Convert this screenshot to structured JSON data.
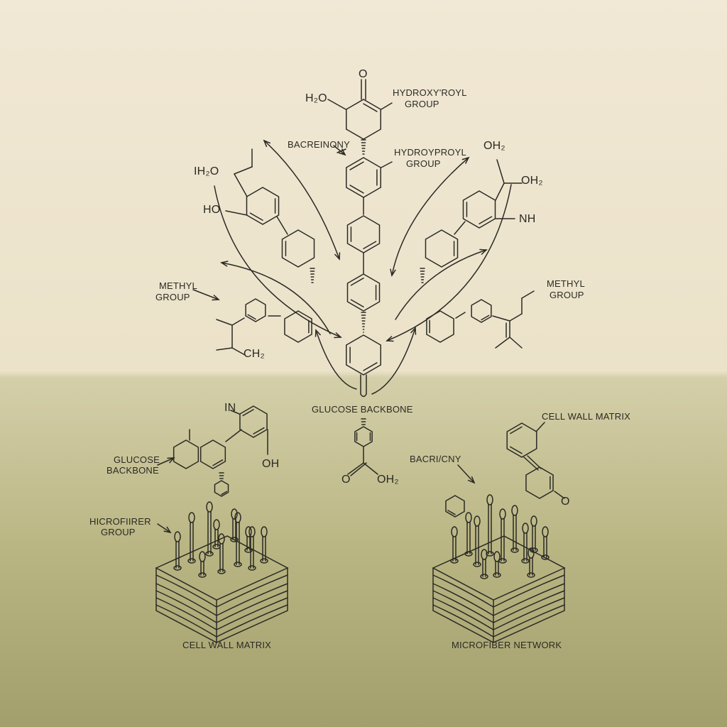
{
  "colors": {
    "ink": "#2a2a24",
    "background_top": "#efe6d2",
    "background_bottom": "#a29f6c"
  },
  "labels": {
    "top_o": "O",
    "top_h2o": "H₂O",
    "hydroxyroyl_1": "HYDROXY'ROYL",
    "group_1": "GROUP",
    "bacreinony": "BACREINONY",
    "hydroypropyl_2": "HYDROYPROYL",
    "group_2": "GROUP",
    "right_oh2_top": "OH₂",
    "right_oh2": "OH₂",
    "right_nh": "NH",
    "left_ih2o": "IH₂O",
    "left_ho": "HO",
    "methyl_left_1": "METHYL",
    "methyl_left_2": "GROUP",
    "methyl_right_1": "METHYL",
    "methyl_right_2": "GROUP",
    "ch2": "CH₂",
    "glucose_center": "GLUCOSE BACKBONE",
    "in": "IN",
    "glucose_left_1": "GLUCOSE",
    "glucose_left_2": "BACKBONE",
    "oh_left": "OH",
    "acid_o": "O",
    "acid_oh2": "OH₂",
    "cell_wall_right": "CELL WALL MATRIX",
    "bacricny": "BACRI/CNY",
    "right_o": "O",
    "hicrofiirer_1": "HICROFIIRER",
    "hicrofiirer_2": "GROUP",
    "cell_wall_bottom": "CELL WALL MATRIX",
    "microfiber_network": "MICROFIBER NETWORK"
  }
}
